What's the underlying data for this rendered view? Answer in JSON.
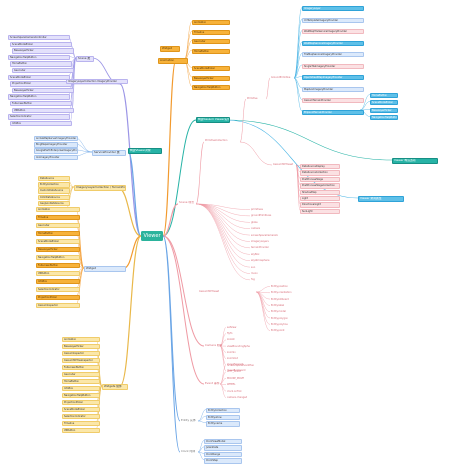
{
  "root": "Viewer",
  "colors": {
    "root": "#2bb39c",
    "line_purple": "#9b95e6",
    "line_blue": "#6aa5e6",
    "line_yellow": "#e9b84a",
    "line_orange": "#f29a2e",
    "line_pink": "#ef9aa4",
    "line_cyan": "#3fb0e3",
    "line_teal": "#27b3a6",
    "line_green": "#8cc56b"
  },
  "branches": {
    "purple_top": "Scene 类",
    "purple_items": [
      "ScreenSpaceCameraController",
      "SceneModePicker",
      "BaseLayerPicker",
      "NavigationHelpButton",
      "HomeButton",
      "Geocoder",
      "SceneModePicker",
      "ProjectionPicker",
      "BaseLayerPicker",
      "NavigationHelpButton",
      "FullscreenButton",
      "VRButton",
      "SelectionIndicator",
      "InfoBox"
    ],
    "purple_long": "ImageryLayerCollection ImageryProvider",
    "blue_mid": "ServiceProvider 类",
    "blue_items": [
      "ArcGisMapServerImageryProvider",
      "BingMapsImageryProvider",
      "GoogleEarthEnterpriseImageryProvider",
      "IonImageryProvider"
    ],
    "blue_long": "ImageryLayerCollection / TerrainProvider",
    "yellow_items": [
      "DataSource",
      "EntityCollection",
      "CustomDataSource",
      "CzmlDataSource",
      "GeoJsonDataSource",
      "KmlDataSource"
    ],
    "orange_top": "Widget",
    "orange_items": [
      "Animation",
      "Timeline",
      "Geocoder",
      "HomeButton",
      "SceneModePicker",
      "BaseLayerPicker",
      "NavigationHelpButton"
    ],
    "teal_label": "构建Viewer对象",
    "teal_label2": "构建Cesium Viewer实例",
    "teal_right1": "Viewer 构造选项",
    "teal_right2": "Viewer 常用属性",
    "scene_label": "Scene 场景",
    "scene_items": [
      "primitives",
      "groundPrimitives",
      "globe",
      "camera",
      "screenSpaceCameraController",
      "imageryLayers",
      "terrainProvider",
      "skyBox",
      "skyAtmosphere",
      "sun",
      "moon",
      "fog"
    ],
    "scene_sub_a": "PrimitiveCollection",
    "scene_sub_b": "Primitive",
    "scene_sub_c": "GroundPrimitive",
    "scene_sub_d": "Cesium3DTileset",
    "scene_right": [
      "Entity.position",
      "Entity.orientation",
      "Entity.billboard",
      "Entity.label",
      "Entity.model",
      "Entity.polygon",
      "Entity.polyline",
      "Entity.point"
    ],
    "camera_label": "Camera 相机",
    "camera_items": [
      "setView",
      "flyTo",
      "lookAt",
      "viewBoundingSphere",
      "zoomIn",
      "zoomOut",
      "moveForward",
      "moveBackward"
    ],
    "event_label": "Event 事件",
    "event_items": [
      "ScreenSpaceEventHandler",
      "LEFT_CLICK",
      "MOUSE_MOVE",
      "WHEEL",
      "clock.onTick",
      "camera.changed"
    ],
    "widgets_label": "Widgets 组件",
    "widgets_items": [
      "Animation",
      "BaseLayerPicker",
      "CesiumInspector",
      "Cesium3DTilesInspector",
      "FullscreenButton",
      "Geocoder",
      "HomeButton",
      "InfoBox",
      "NavigationHelpButton",
      "ProjectionPicker",
      "SceneModePicker",
      "SelectionIndicator",
      "Timeline",
      "VRButton"
    ],
    "entity_label": "Entity 实体",
    "entity_items": [
      "EntityCollection",
      "Entity.show",
      "Entity.name"
    ],
    "clock_label": "Clock 时钟",
    "clock_items": [
      "ClockViewModel",
      "JulianDate",
      "ClockRange",
      "ClockStep"
    ],
    "cyan_items": [
      "ImageryLayer",
      "UrlTemplateImageryProvider",
      "WebMapTileServiceImageryProvider",
      "WebMapServiceImageryProvider",
      "TileMapServiceImageryProvider",
      "SingleTileImageryProvider",
      "OpenStreetMapImageryProvider",
      "MapboxImageryProvider",
      "CesiumTerrainProvider",
      "EllipsoidTerrainProvider"
    ],
    "pink_items": [
      "DataSourceDisplay",
      "DataSourceCollection",
      "PostProcessStage",
      "PostProcessStageCollection",
      "ShadowMap",
      "Light",
      "DirectionalLight",
      "SunLight"
    ]
  }
}
